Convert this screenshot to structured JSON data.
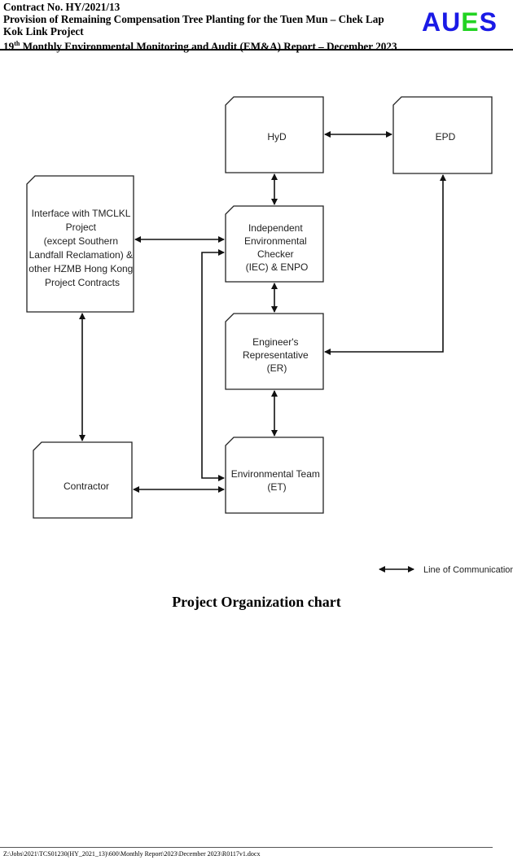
{
  "header": {
    "line1": "Contract No. HY/2021/13",
    "line2": "Provision of Remaining Compensation Tree Planting for the Tuen Mun – Chek Lap",
    "line3": "Kok Link Project",
    "line4_num": "19",
    "line4_sup": "th",
    "line4_rest": " Monthly Environmental Monitoring and Audit (EM&A) Report – December 2023",
    "logo": "AUES"
  },
  "chart": {
    "boxes": {
      "hyd": [
        "HyD"
      ],
      "epd": [
        "EPD"
      ],
      "interface": [
        "Interface with TMCLKL",
        "Project",
        "(except Southern",
        "Landfall Reclamation) &",
        "other HZMB Hong Kong",
        "Project Contracts"
      ],
      "iec": [
        "Independent",
        "Environmental",
        "Checker",
        "(IEC) & ENPO"
      ],
      "er": [
        "Engineer's",
        "Representative",
        "(ER)"
      ],
      "contractor": [
        "Contractor"
      ],
      "et": [
        "Environmental Team",
        "(ET)"
      ]
    },
    "legend": "Line of Communication",
    "caption": "Project Organization chart"
  },
  "footer": {
    "path": "Z:\\Jobs\\2021\\TCS01230(HY_2021_13)\\600\\Monthly Report\\2023\\December 2023\\R0117v1.docx"
  }
}
